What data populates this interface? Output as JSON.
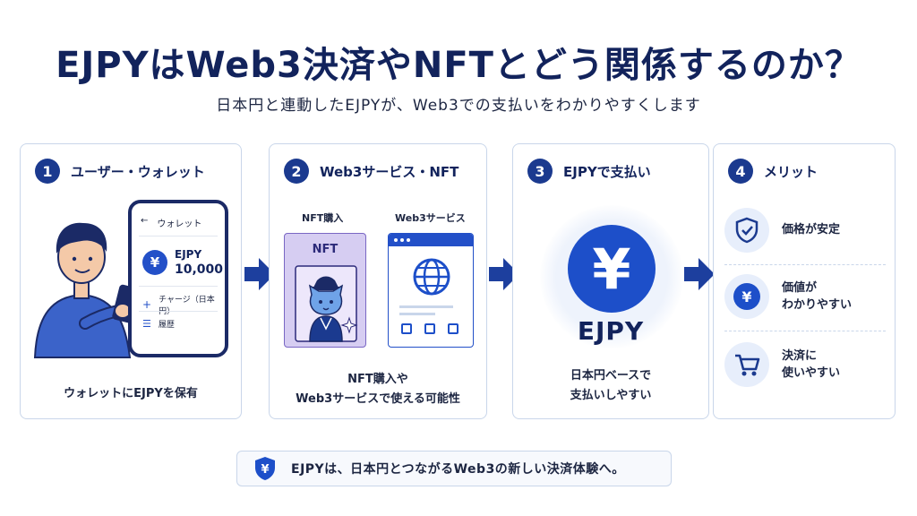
{
  "header": {
    "title": "EJPYはWeb3決済やNFTとどう関係するのか？",
    "subtitle": "日本円と連動したEJPYが、Web3での支払いをわかりやすくします"
  },
  "steps": [
    {
      "number": "1",
      "title": "ユーザー・ウォレット",
      "caption": "ウォレットにEJPYを保有",
      "phone": {
        "back": "←",
        "header": "ウォレット",
        "currency": "EJPY",
        "balance": "10,000",
        "charge": "チャージ（日本円）",
        "history": "履歴"
      }
    },
    {
      "number": "2",
      "title": "Web3サービス・NFT",
      "nft_label": "NFT購入",
      "web_label": "Web3サービス",
      "nft_card_text": "NFT",
      "caption_line1": "NFT購入や",
      "caption_line2": "Web3サービスで使える可能性"
    },
    {
      "number": "3",
      "title": "EJPYで支払い",
      "coin_symbol": "¥",
      "coin_label": "EJPY",
      "caption_line1": "日本円ベースで",
      "caption_line2": "支払いしやすい"
    },
    {
      "number": "4",
      "title": "メリット",
      "merits": [
        {
          "line1": "価格が安定",
          "line2": ""
        },
        {
          "line1": "価値が",
          "line2": "わかりやすい"
        },
        {
          "line1": "決済に",
          "line2": "使いやすい"
        }
      ]
    }
  ],
  "footer": {
    "text": "EJPYは、日本円とつながるWeb3の新しい決済体験へ。"
  },
  "colors": {
    "navy": "#12235c",
    "accent_blue": "#1d4fc9",
    "card_border": "#c9d6ea",
    "nft_purple": "#d6cdf2"
  }
}
